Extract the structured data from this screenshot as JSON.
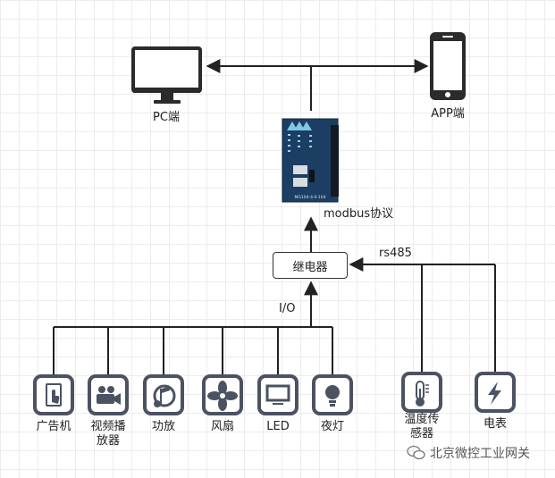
{
  "labels": {
    "pc": "PC端",
    "app": "APP端",
    "protocol": "modbus协议",
    "relay": "继电器",
    "rs485": "rs485",
    "io": "I/O",
    "ad": "广告机",
    "video": "视频播放器",
    "speaker": "功放",
    "fan": "风扇",
    "led": "LED",
    "lamp": "夜灯",
    "temp": "温度传感器",
    "meter": "电表"
  },
  "gateway_text": "MG104-4-X-104",
  "watermark": "北京微控工业网关",
  "colors": {
    "line": "#222222",
    "icon_border": "#4b5262",
    "gateway": "#1d3e63",
    "grid": "#ececec"
  }
}
